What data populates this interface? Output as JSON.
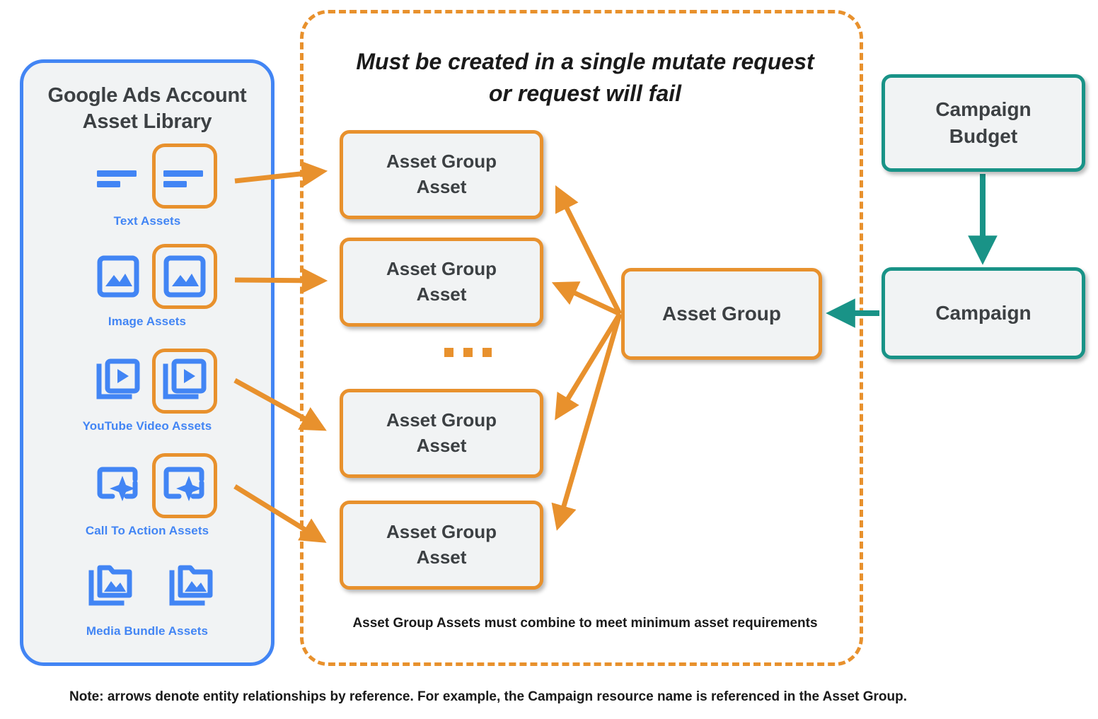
{
  "diagram": {
    "library": {
      "title": "Google Ads Account\nAsset Library",
      "title_line1": "Google Ads Account",
      "title_line2": "Asset Library",
      "border_color": "#4285f4",
      "fill_color": "#f1f3f4",
      "assets": [
        {
          "caption": "Text Assets",
          "icon": "text-asset-icon",
          "highlighted_index": 1,
          "count": 2
        },
        {
          "caption": "Image Assets",
          "icon": "image-asset-icon",
          "highlighted_index": 1,
          "count": 2
        },
        {
          "caption": "YouTube Video  Assets",
          "icon": "video-asset-icon",
          "highlighted_index": 1,
          "count": 2
        },
        {
          "caption": "Call To Action Assets",
          "icon": "call-to-action-asset-icon",
          "highlighted_index": 1,
          "count": 2
        },
        {
          "caption": "Media Bundle  Assets",
          "icon": "media-bundle-asset-icon",
          "highlighted_index": -1,
          "count": 2
        }
      ]
    },
    "mutate_container": {
      "title_line1": "Must be created in a single mutate request",
      "title_line2": "or request will fail",
      "footer": "Asset Group Assets must combine to meet minimum asset requirements",
      "border_color": "#e8912d",
      "border_style": "dashed"
    },
    "asset_group_assets": [
      {
        "label_line1": "Asset Group",
        "label_line2": "Asset"
      },
      {
        "label_line1": "Asset Group",
        "label_line2": "Asset"
      },
      {
        "label_line1": "Asset Group",
        "label_line2": "Asset"
      },
      {
        "label_line1": "Asset Group",
        "label_line2": "Asset"
      }
    ],
    "ellipsis": "...",
    "asset_group": {
      "label": "Asset Group",
      "border_color": "#e8912d"
    },
    "campaign_budget": {
      "label_line1": "Campaign",
      "label_line2": "Budget",
      "border_color": "#199387"
    },
    "campaign": {
      "label": "Campaign",
      "border_color": "#199387"
    },
    "note": "Note: arrows denote entity relationships by reference. For example, the Campaign resource name is referenced in the Asset Group.",
    "colors": {
      "orange": "#e8912d",
      "teal": "#199387",
      "blue": "#4285f4",
      "node_fill": "#f1f3f4",
      "text": "#3c4043"
    }
  }
}
